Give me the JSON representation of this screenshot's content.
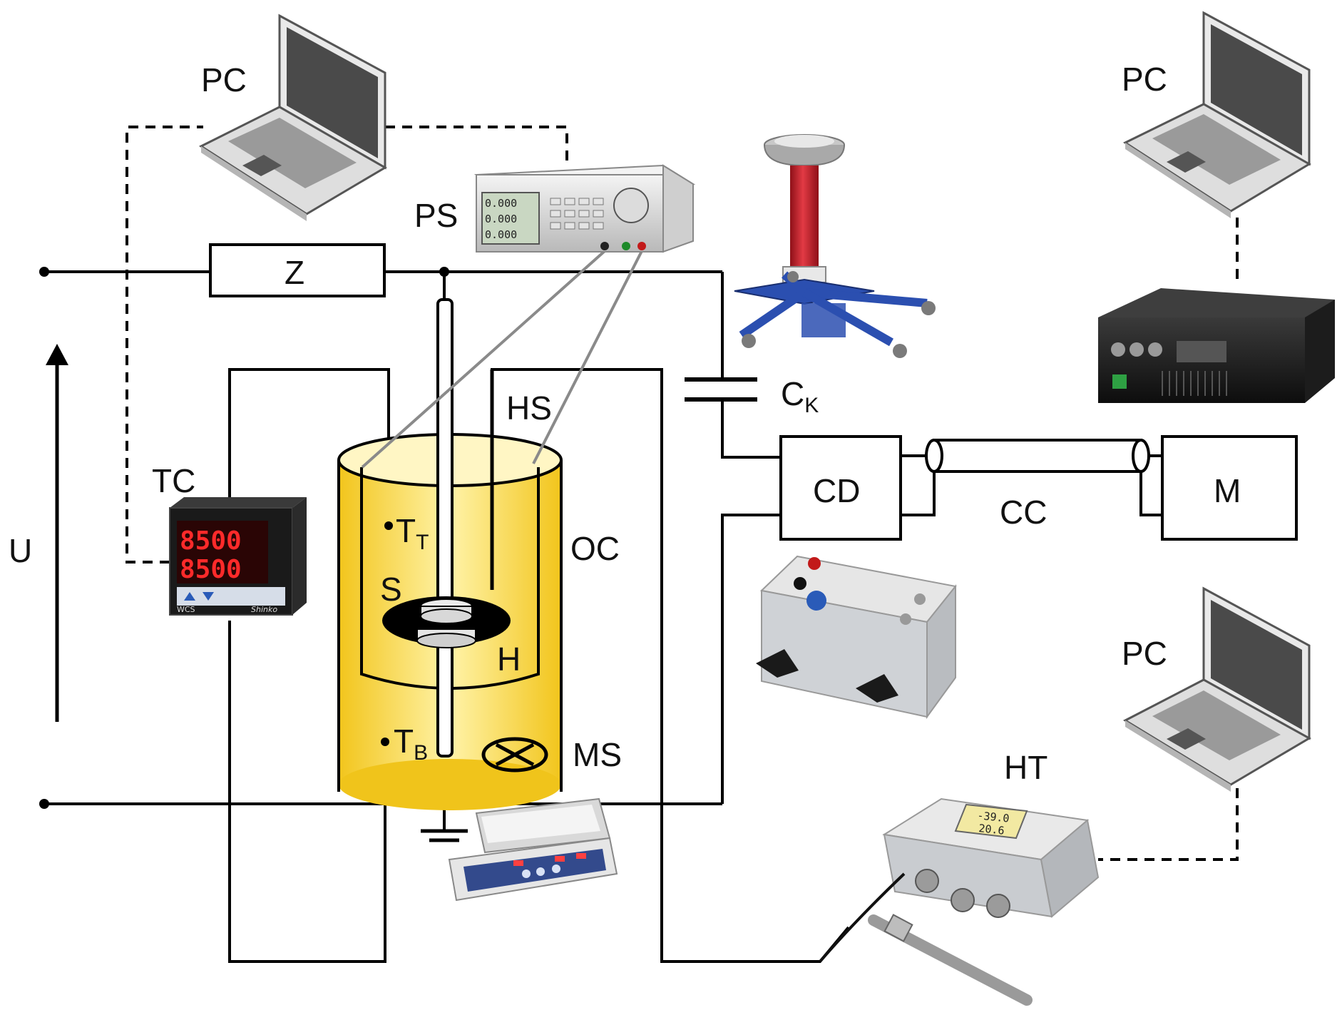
{
  "labels": {
    "pc_left": "PC",
    "pc_right_top": "PC",
    "pc_right_bottom": "PC",
    "ps": "PS",
    "z": "Z",
    "u": "U",
    "tc": "TC",
    "hs": "HS",
    "ck_main": "C",
    "ck_sub": "K",
    "cd": "CD",
    "cc": "CC",
    "m": "M",
    "oc": "OC",
    "tt_main": "T",
    "tt_sub": "T",
    "tb_main": "T",
    "tb_sub": "B",
    "s": "S",
    "h": "H",
    "ms": "MS",
    "ht": "HT"
  },
  "device_text": {
    "controller_digits_1": "8500",
    "controller_digits_2": "8500",
    "controller_brand": "Shinko",
    "controller_model": "WCS",
    "ps_readout_1": "0.000",
    "ps_readout_2": "0.000",
    "ps_readout_3": "0.000",
    "ht_readout_1": "-39.0",
    "ht_readout_2": "20.6"
  },
  "colors": {
    "vessel_fill": "#f8d63a",
    "vessel_light": "#fff1a6",
    "resonator_red": "#c8202c",
    "stand_blue": "#2b4fb0",
    "wire": "#000000",
    "probe_wire": "#888888"
  }
}
